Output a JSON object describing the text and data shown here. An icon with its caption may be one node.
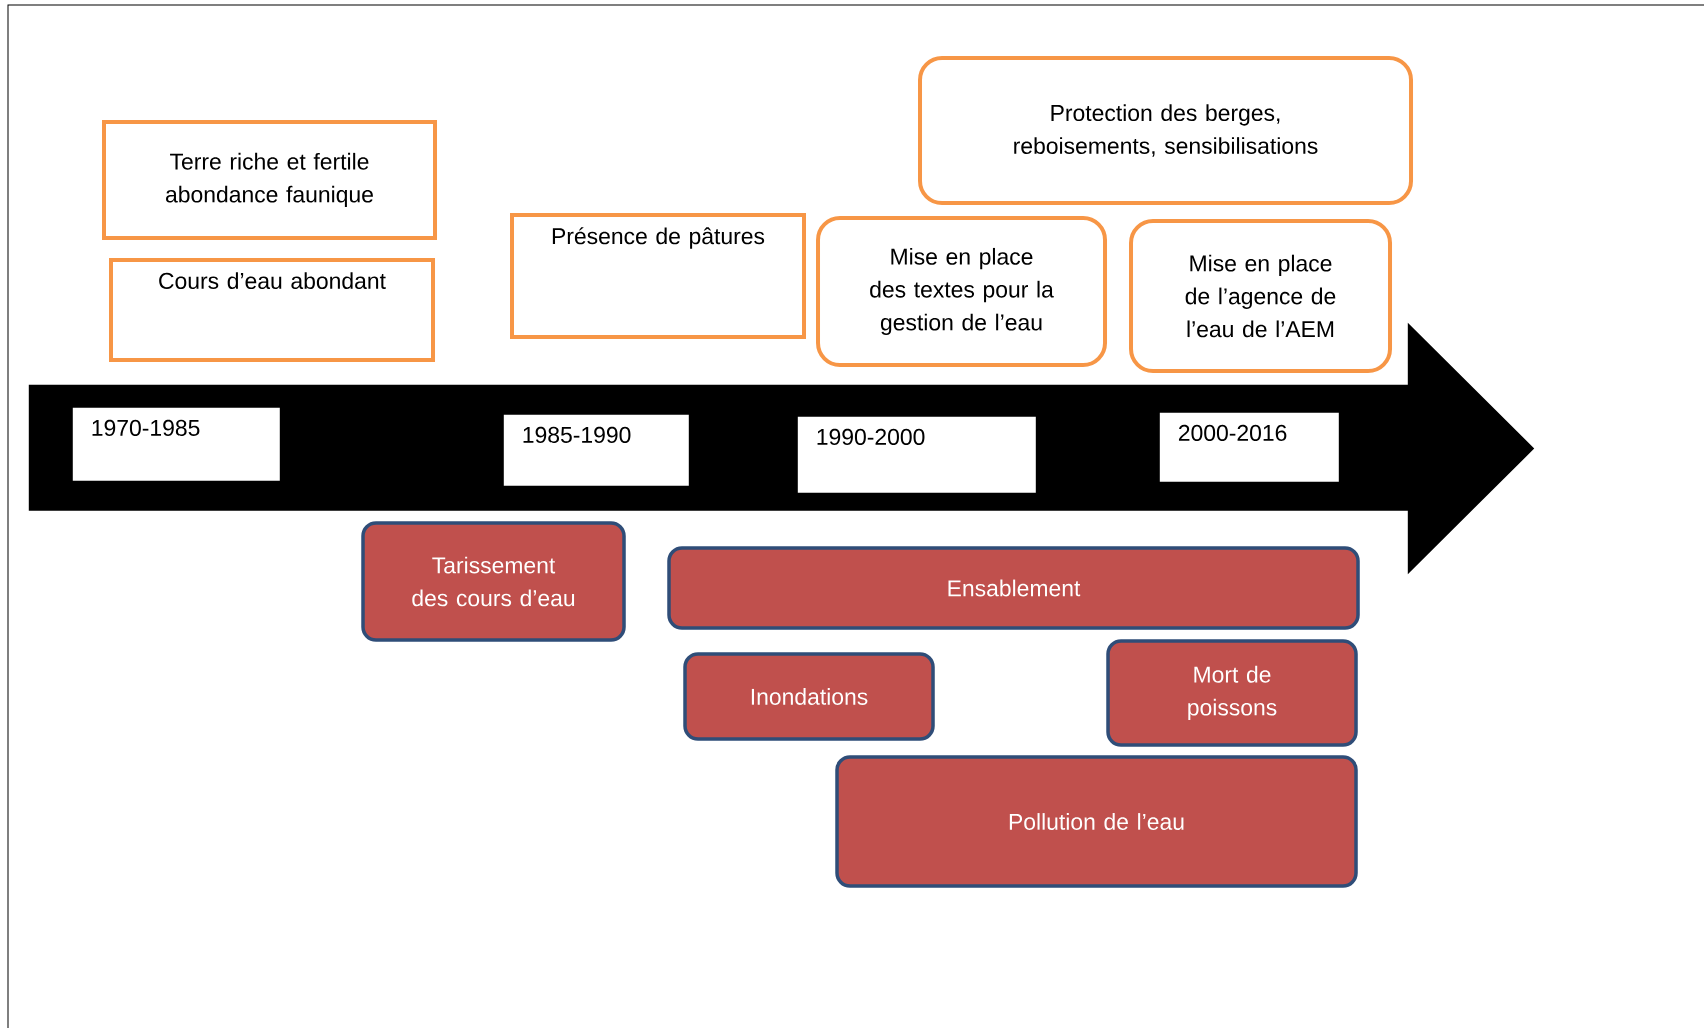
{
  "diagram": {
    "nodes": [
      {
        "text": [
          "Terre riche et fertile abondance faunique"
        ]
      },
      {
        "text": [
          "Cours d’eau abondant"
        ]
      },
      {
        "text": [
          "Présence de pâtures"
        ]
      },
      {
        "text": [
          "Protection des berges, reboisements, sensibilisations"
        ]
      },
      {
        "text": [
          "Mise en place des textes pour la gestion de l’eau"
        ]
      },
      {
        "text": [
          "Mise en place de l’agence de l’eau de l’AEM"
        ]
      },
      {
        "text": [],
        "shape": "arrow"
      },
      {
        "text": [
          "1970-1985"
        ],
        "in": 6
      },
      {
        "text": [
          "1985-1990"
        ],
        "in": 6
      },
      {
        "text": [
          "1990-2000"
        ],
        "in": 6
      },
      {
        "text": [
          "2000-2016"
        ],
        "in": 6
      },
      {
        "text": [
          "Tarissement des cours d’eau"
        ]
      },
      {
        "text": [
          "Ensablement"
        ]
      },
      {
        "text": [
          "Inondations"
        ]
      },
      {
        "text": [
          "Mort de poissons"
        ]
      },
      {
        "text": [
          "Pollution de l’eau"
        ]
      }
    ]
  }
}
